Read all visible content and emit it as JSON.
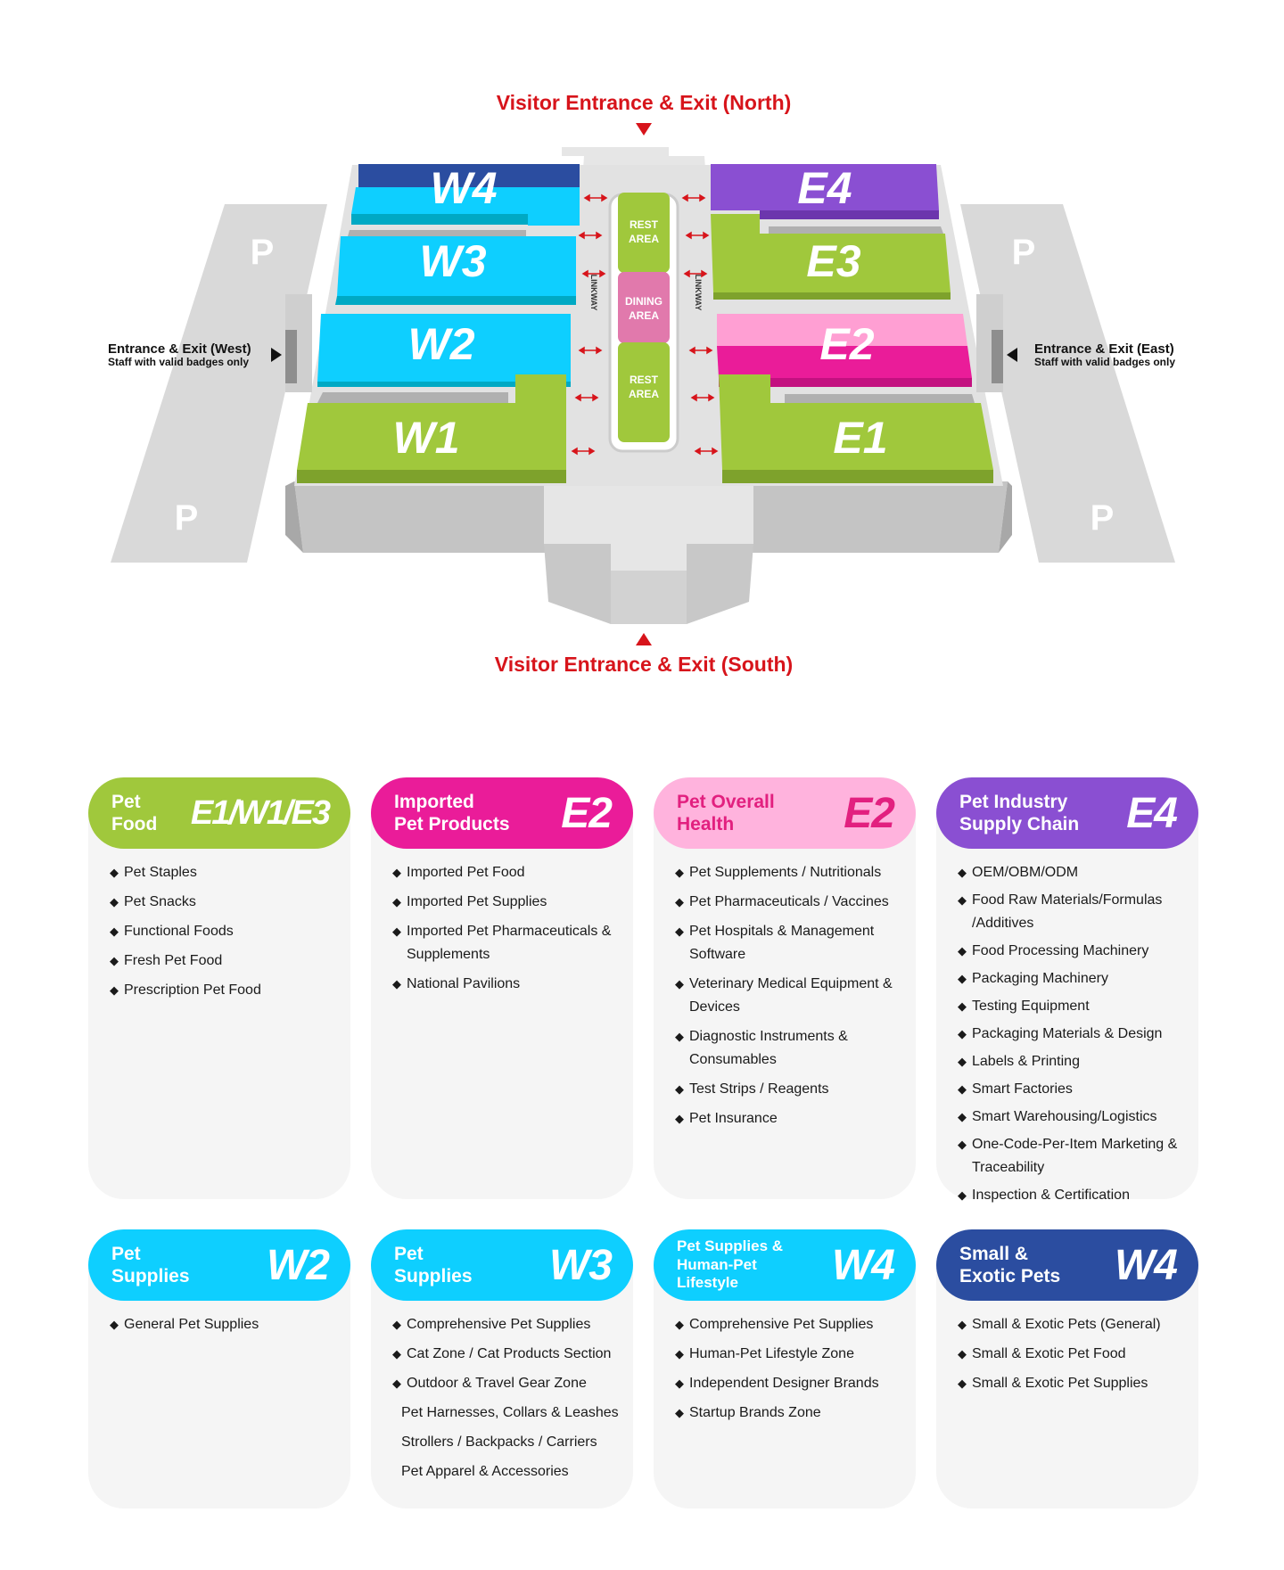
{
  "map": {
    "north_entrance": "Visitor Entrance & Exit  (North)",
    "south_entrance": "Visitor Entrance & Exit  (South)",
    "west_entrance": {
      "title": "Entrance & Exit  (West)",
      "note": "Staff with valid badges only"
    },
    "east_entrance": {
      "title": "Entrance & Exit  (East)",
      "note": "Staff with valid badges only"
    },
    "parking_label": "P",
    "halls": {
      "w4": "W4",
      "w3": "W3",
      "w2": "W2",
      "w1": "W1",
      "e4": "E4",
      "e3": "E3",
      "e2": "E2",
      "e1": "E1"
    },
    "rest_area_1": [
      "REST",
      "AREA"
    ],
    "dining_area": [
      "DINING",
      "AREA"
    ],
    "rest_area_2": [
      "REST",
      "AREA"
    ],
    "linkway": "LINKWAY",
    "colors": {
      "green": "#a0c83c",
      "cyan": "#0ecfff",
      "purple": "#8a4fd2",
      "magenta": "#ea1c99",
      "pink": "#ff9fd3",
      "navy": "#2b4da0",
      "red": "#d7141b",
      "gray": "#d4d4d4"
    }
  },
  "cards": [
    {
      "title": [
        "Pet",
        "Food"
      ],
      "hall": "E1/W1/E3",
      "color": "#a0c83c",
      "items": [
        "Pet Staples",
        "Pet Snacks",
        "Functional Foods",
        "Fresh Pet Food",
        "Prescription Pet Food"
      ]
    },
    {
      "title": [
        "Imported",
        "Pet Products"
      ],
      "hall": "E2",
      "color": "#ea1c99",
      "items": [
        "Imported Pet Food",
        "Imported Pet Supplies",
        "Imported Pet Pharmaceuticals & Supplements",
        "National Pavilions"
      ]
    },
    {
      "title": [
        "Pet Overall",
        "Health"
      ],
      "hall": "E2",
      "color": "#ffb3dd",
      "text_color": "#e2207f",
      "items": [
        "Pet Supplements / Nutritionals",
        "Pet Pharmaceuticals / Vaccines",
        "Pet Hospitals & Management Software",
        "Veterinary Medical Equipment & Devices",
        "Diagnostic Instruments & Consumables",
        "Test Strips / Reagents",
        "Pet Insurance"
      ]
    },
    {
      "title": [
        "Pet Industry",
        "Supply Chain"
      ],
      "hall": "E4",
      "color": "#8a4fd2",
      "items": [
        "OEM/OBM/ODM",
        "Food Raw Materials/Formulas /Additives",
        "Food Processing Machinery",
        "Packaging Machinery",
        "Testing Equipment",
        "Packaging Materials & Design",
        "Labels & Printing",
        "Smart Factories",
        "Smart Warehousing/Logistics",
        "One-Code-Per-Item Marketing & Traceability",
        "Inspection & Certification"
      ]
    },
    {
      "title": [
        "Pet",
        "Supplies"
      ],
      "hall": "W2",
      "color": "#0ecfff",
      "items": [
        "General Pet Supplies"
      ]
    },
    {
      "title": [
        "Pet",
        "Supplies"
      ],
      "hall": "W3",
      "color": "#0ecfff",
      "items": [
        "Comprehensive Pet Supplies",
        "Cat Zone / Cat Products Section",
        "Outdoor & Travel Gear Zone"
      ],
      "sub_items": [
        "Pet Harnesses, Collars & Leashes",
        "Strollers / Backpacks / Carriers",
        "Pet Apparel & Accessories"
      ]
    },
    {
      "title": [
        "Pet Supplies &",
        "Human-Pet",
        "Lifestyle"
      ],
      "hall": "W4",
      "color": "#0ecfff",
      "items": [
        "Comprehensive Pet Supplies",
        "Human-Pet Lifestyle Zone",
        "Independent Designer Brands",
        "Startup Brands Zone"
      ]
    },
    {
      "title": [
        "Small &",
        "Exotic Pets"
      ],
      "hall": "W4",
      "color": "#2b4da0",
      "items": [
        "Small & Exotic Pets (General)",
        "Small & Exotic Pet Food",
        "Small & Exotic Pet Supplies"
      ]
    }
  ]
}
